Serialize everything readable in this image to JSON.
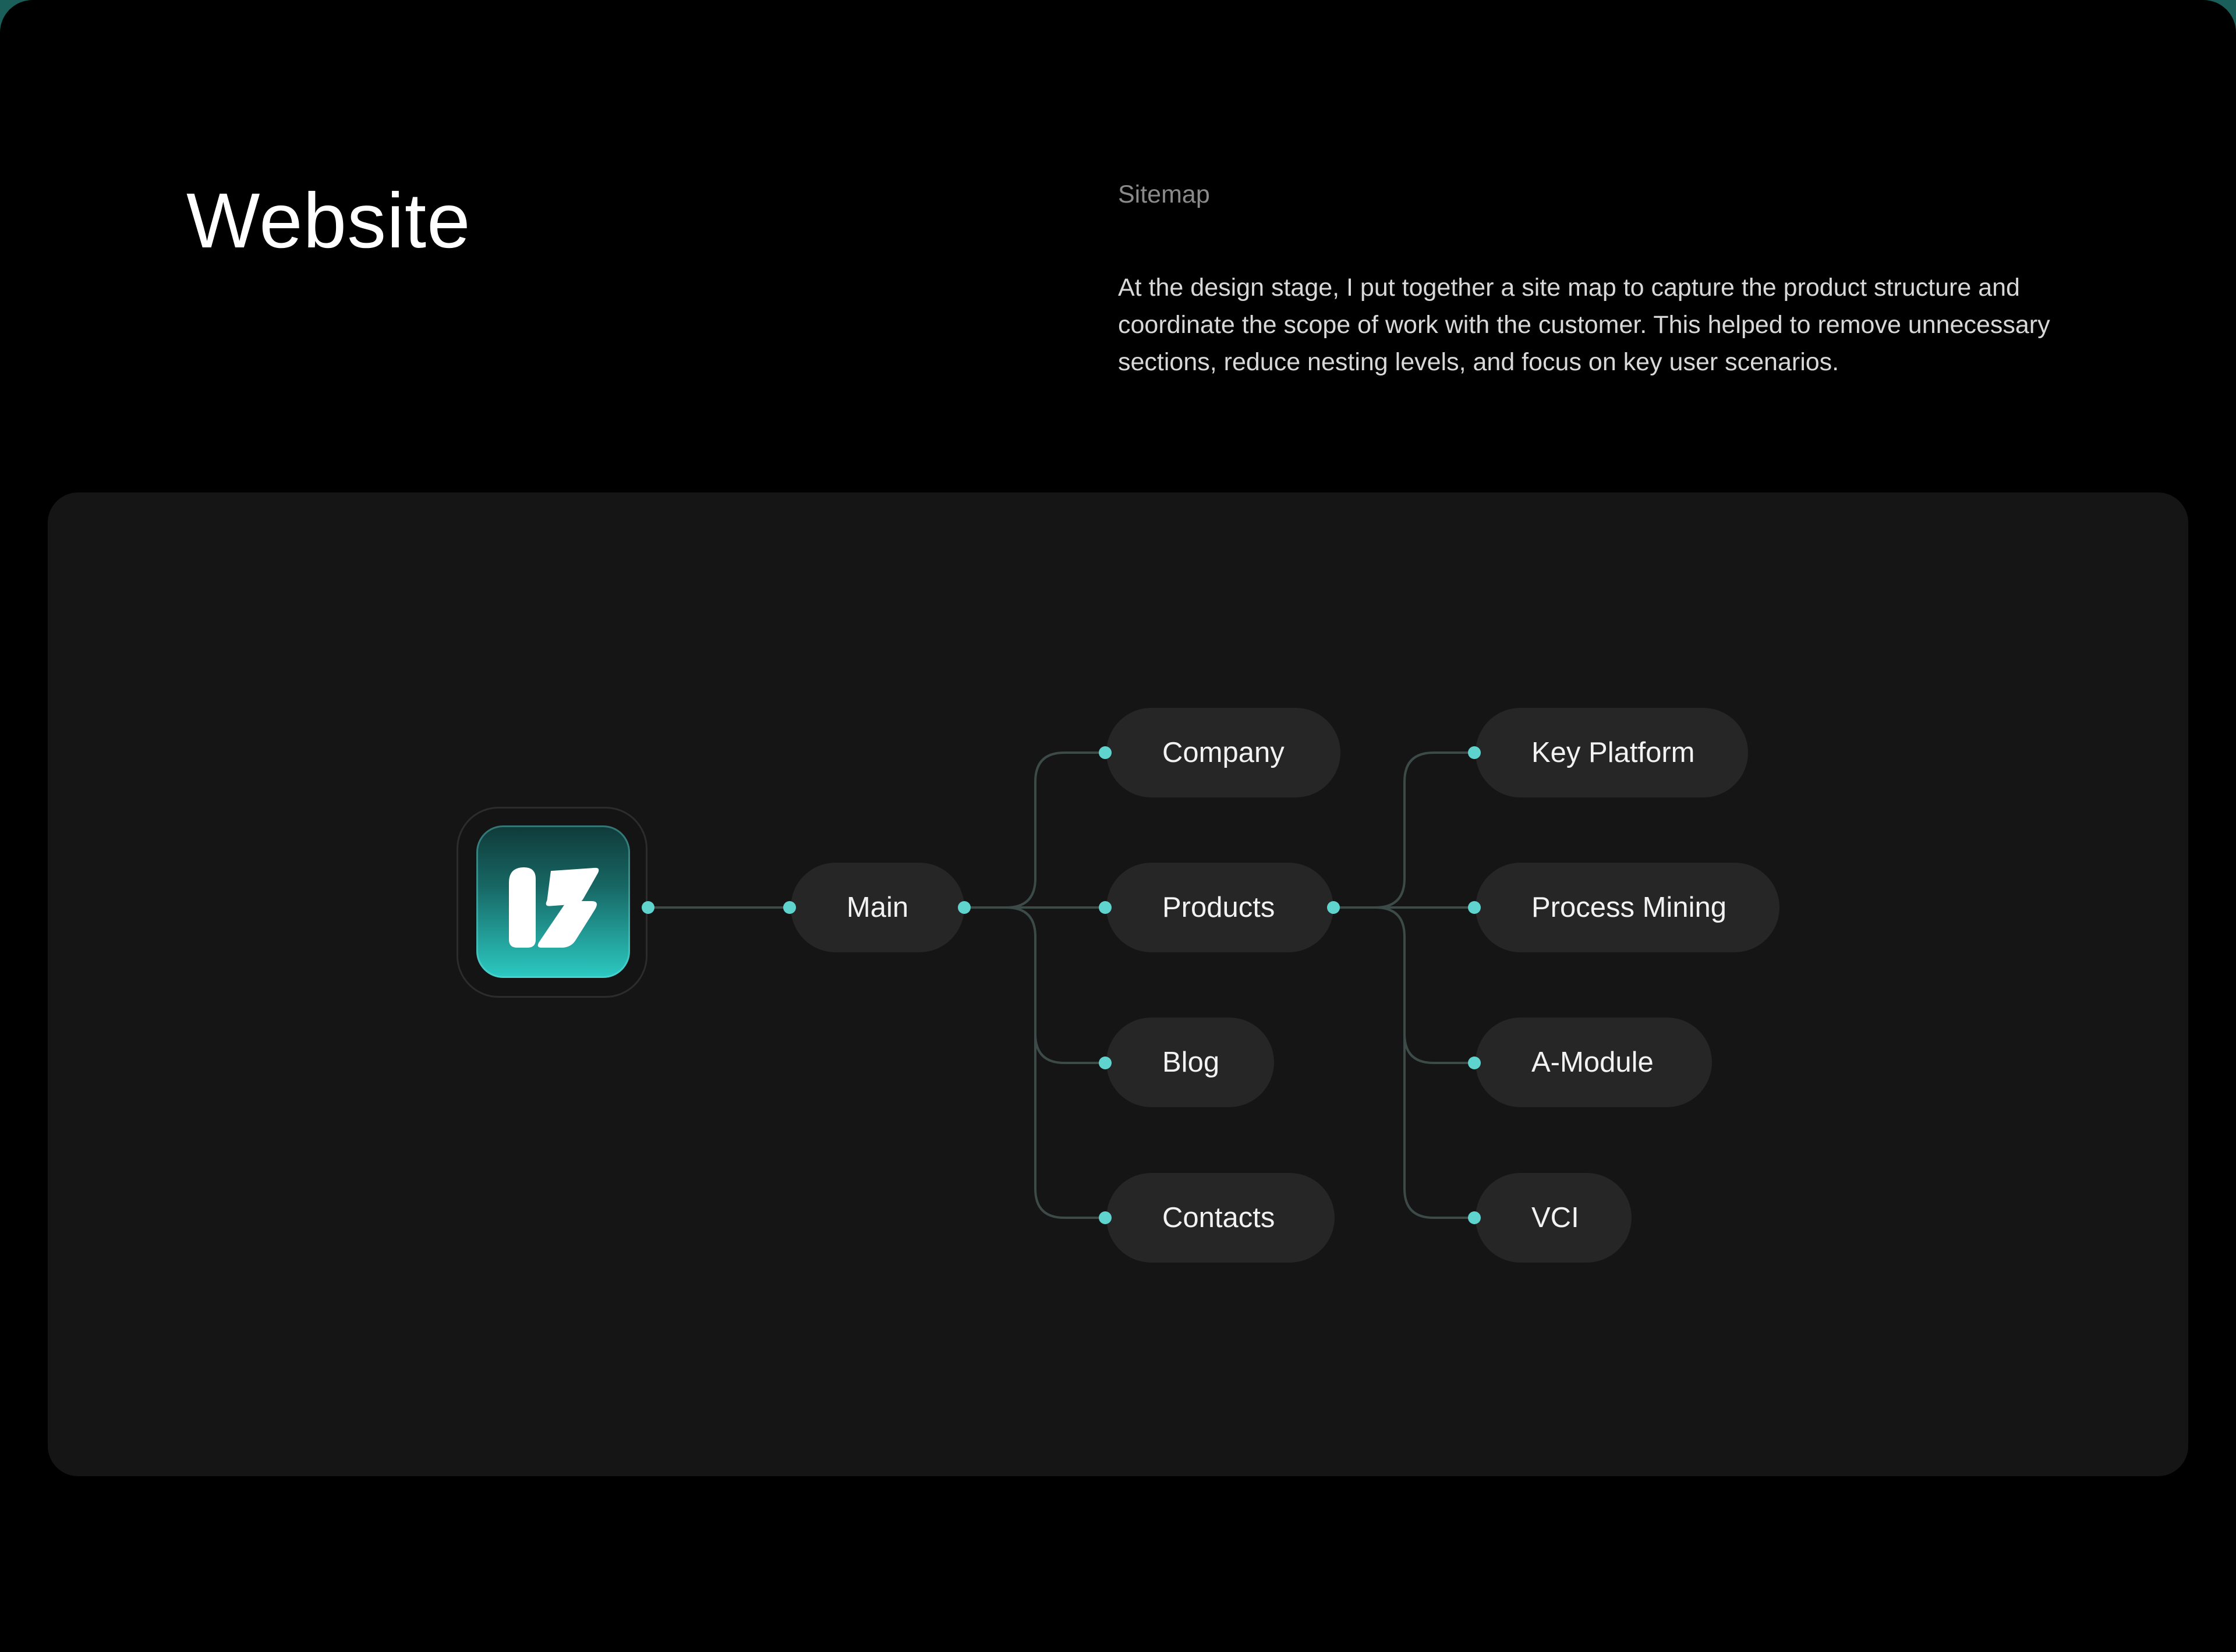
{
  "header": {
    "title": "Website",
    "eyebrow": "Sitemap",
    "description": "At the design stage, I put together a site map to capture the product structure and coordinate the scope of work with the customer. This helped to remove unnecessary sections, reduce nesting levels, and focus on key user scenarios."
  },
  "sitemap": {
    "root_icon": "brand-logo-icon",
    "main": "Main",
    "sections": [
      "Company",
      "Products",
      "Blog",
      "Contacts"
    ],
    "products": [
      "Key Platform",
      "Process Mining",
      "A-Module",
      "VCI"
    ]
  },
  "colors": {
    "accent": "#5fd3cd",
    "node_bg": "#262626",
    "panel_bg": "#151515",
    "line": "#3c4a48"
  }
}
